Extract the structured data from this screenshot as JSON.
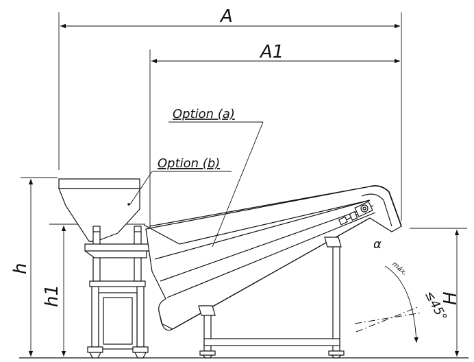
{
  "drawing": {
    "dimensions": {
      "overall_length": "A",
      "partial_length": "A1",
      "hopper_height": "h",
      "frame_height": "h1",
      "discharge_height": "H",
      "angle_symbol": "α",
      "angle_max_label": "máx.",
      "angle_value": "≤45°"
    },
    "callouts": {
      "option_a": "Option (a)",
      "option_b": "Option (b)"
    }
  }
}
